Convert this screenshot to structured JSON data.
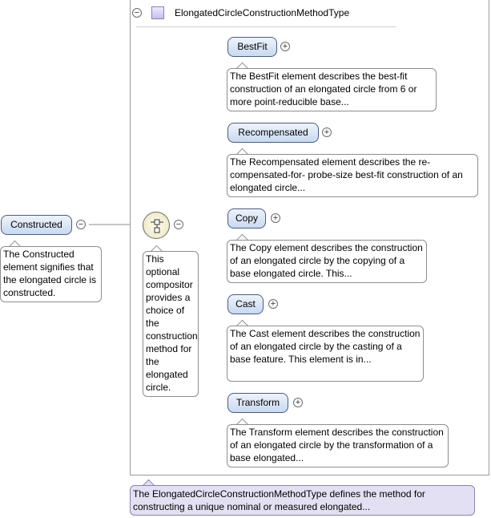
{
  "type": {
    "name": "ElongatedCircleConstructionMethodType",
    "doc": "The ElongatedCircleConstructionMethodType defines the method for constructing a unique nominal or measured elongated..."
  },
  "root_element": {
    "name": "Constructed",
    "doc": "The Constructed element signifies that the elongated circle is constructed."
  },
  "compositor": {
    "kind": "choice",
    "doc": "This optional compositor provides a choice of the construction method for the elongated circle."
  },
  "children": [
    {
      "name": "BestFit",
      "doc": "The BestFit element describes the best-fit construction of an elongated circle from 6 or more point-reducible base..."
    },
    {
      "name": "Recompensated",
      "doc": "The Recompensated element describes the re-compensated-for- probe-size best-fit construction of an elongated circle..."
    },
    {
      "name": "Copy",
      "doc": "The Copy element describes the construction of an elongated circle by the copying of a base elongated circle. This..."
    },
    {
      "name": "Cast",
      "doc": "The Cast element describes the construction of an elongated circle by the casting of a base feature. This element is in..."
    },
    {
      "name": "Transform",
      "doc": "The Transform element describes the construction of an elongated circle by the transformation of a base elongated..."
    }
  ],
  "colors": {
    "element_border": "#4a5b84",
    "element_fill": "#c9d9ef",
    "type_doc_fill": "#e4e0f3",
    "compositor_fill": "#e8e2b8"
  }
}
